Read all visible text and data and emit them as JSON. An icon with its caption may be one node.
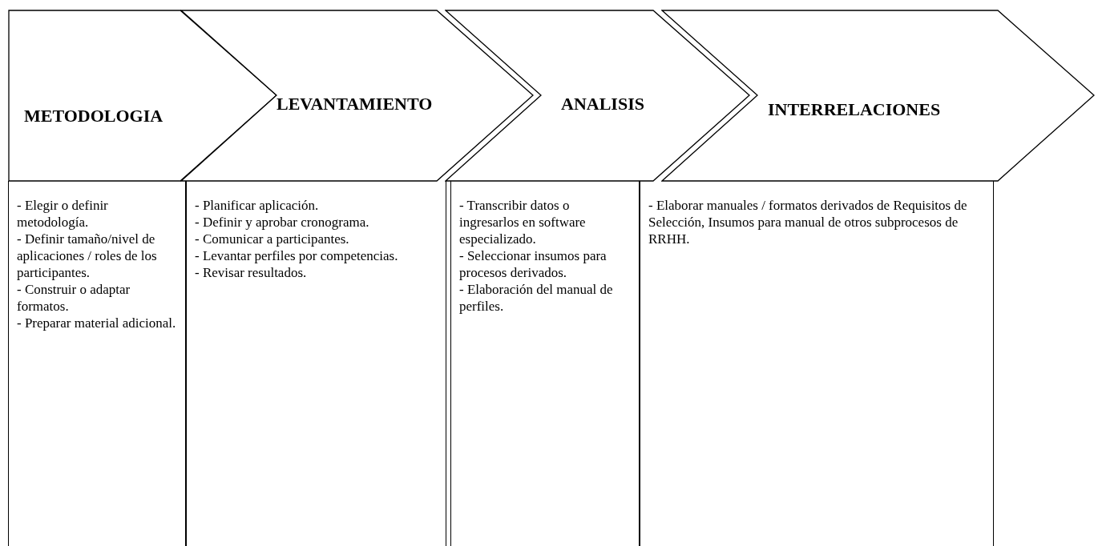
{
  "diagram": {
    "nodes": [
      {
        "text": [
          "METODOLOGIA"
        ]
      },
      {
        "text": [
          "LEVANTAMIENTO"
        ]
      },
      {
        "text": [
          "ANALISIS"
        ]
      },
      {
        "text": [
          "INTERRELACIONES"
        ]
      },
      {
        "text": [
          "- Elegir o definir metodología.",
          "- Definir tamaño/nivel de aplicaciones / roles de los participantes.",
          "- Construir o adaptar formatos.",
          "- Preparar material adicional."
        ]
      },
      {
        "text": [
          "- Planificar aplicación.",
          "- Definir y aprobar cronograma.",
          "- Comunicar a participantes.",
          "- Levantar perfiles por competencias.",
          "- Revisar resultados."
        ]
      },
      {
        "text": [
          "- Transcribir datos o ingresarlos en software especializado.",
          "- Seleccionar insumos para procesos derivados.",
          "- Elaboración del manual de perfiles."
        ]
      },
      {
        "text": [
          "- Elaborar manuales / formatos derivados de Requisitos de Selección, Insumos para manual de otros subprocesos de RRHH."
        ]
      }
    ]
  }
}
